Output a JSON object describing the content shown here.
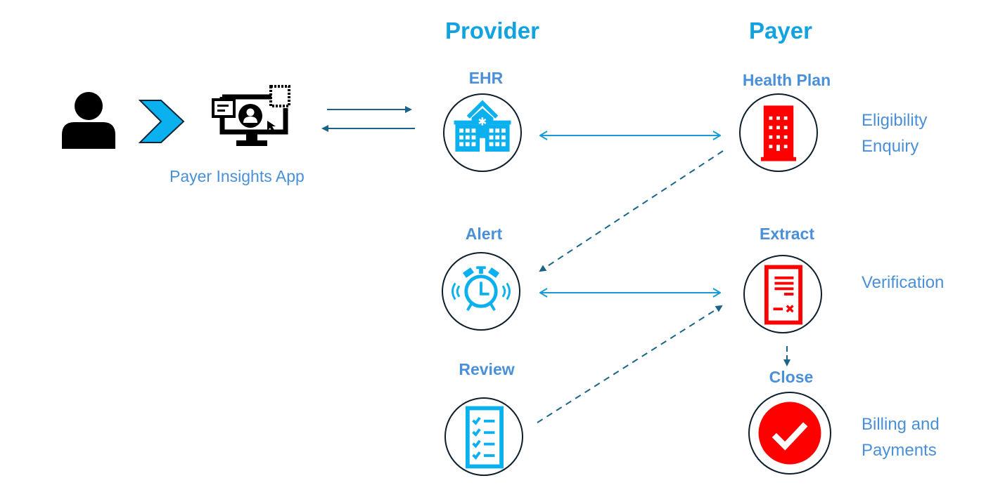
{
  "columns": {
    "provider": "Provider",
    "payer": "Payer"
  },
  "app": {
    "label": "Payer Insights App",
    "icons": [
      "user-icon",
      "chevron-right-icon",
      "monitor-app-icon"
    ]
  },
  "provider_nodes": [
    {
      "id": "ehr",
      "title": "EHR",
      "icon": "hospital-icon"
    },
    {
      "id": "alert",
      "title": "Alert",
      "icon": "alarm-clock-icon"
    },
    {
      "id": "review",
      "title": "Review",
      "icon": "checklist-icon"
    }
  ],
  "payer_nodes": [
    {
      "id": "health-plan",
      "title": "Health Plan",
      "icon": "office-building-icon"
    },
    {
      "id": "extract",
      "title": "Extract",
      "icon": "document-reject-icon"
    },
    {
      "id": "close",
      "title": "Close",
      "icon": "checkmark-circle-icon"
    }
  ],
  "stages": [
    {
      "line1": "Eligibility",
      "line2": "Enquiry"
    },
    {
      "line1": "Verification",
      "line2": ""
    },
    {
      "line1": "Billing and",
      "line2": "Payments"
    }
  ],
  "connections": [
    {
      "from": "app",
      "to": "ehr",
      "style": "solid",
      "direction": "forward"
    },
    {
      "from": "ehr",
      "to": "app",
      "style": "solid",
      "direction": "forward"
    },
    {
      "from": "ehr",
      "to": "health-plan",
      "style": "solid",
      "direction": "both"
    },
    {
      "from": "health-plan",
      "to": "alert",
      "style": "dashed",
      "direction": "forward"
    },
    {
      "from": "alert",
      "to": "extract",
      "style": "solid",
      "direction": "both"
    },
    {
      "from": "review",
      "to": "extract",
      "style": "dashed",
      "direction": "forward"
    },
    {
      "from": "extract",
      "to": "close",
      "style": "dashed",
      "direction": "forward"
    }
  ],
  "colors": {
    "provider_blue": "#11a3e0",
    "label_blue": "#4a90d9",
    "payer_red": "#ff0000",
    "arrow_dark": "#1b6488",
    "arrow_light": "#1a9bd7",
    "outline": "#0d1e2c"
  }
}
